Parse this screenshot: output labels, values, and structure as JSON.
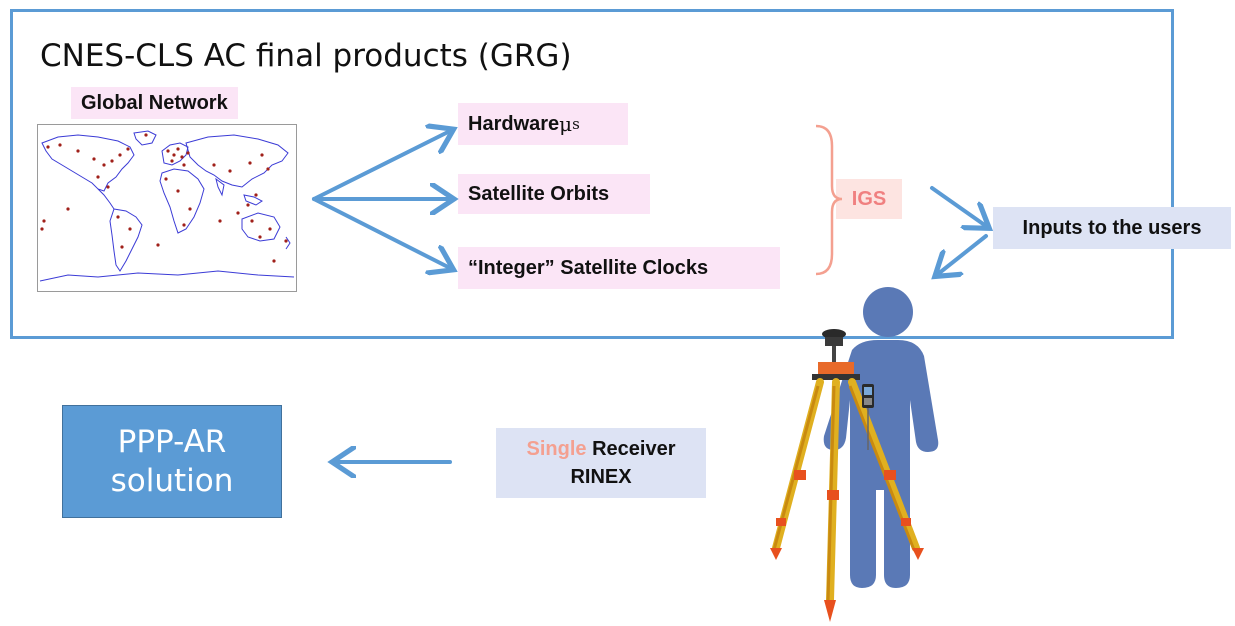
{
  "header": {
    "title": "CNES-CLS AC final products (GRG)"
  },
  "network": {
    "label": "Global Network"
  },
  "products": {
    "hardware": {
      "label": "Hardware ",
      "symbol": "μ",
      "superscript": "s"
    },
    "orbits": {
      "label": "Satellite Orbits"
    },
    "clocks": {
      "label": "“Integer” Satellite Clocks"
    }
  },
  "igs": {
    "label": "IGS"
  },
  "users": {
    "label": "Inputs to the users"
  },
  "receiver": {
    "highlight": "Single",
    "rest": " Receiver",
    "line2": "RINEX"
  },
  "solution": {
    "line1": "PPP-AR",
    "line2": "solution"
  },
  "colors": {
    "accent": "#5b9bd5",
    "pink_bg": "#fbe5f6",
    "lavender_bg": "#dde3f4",
    "salmon": "#f4a090",
    "igs_text": "#f08080"
  }
}
